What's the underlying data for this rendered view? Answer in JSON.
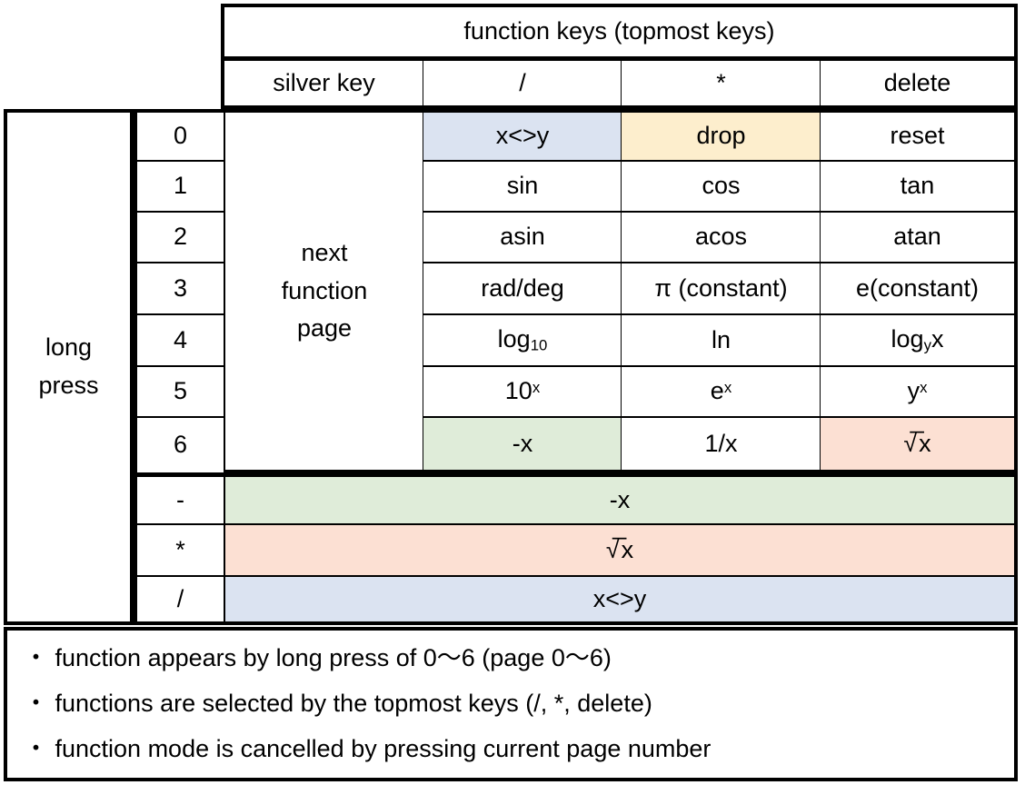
{
  "header": {
    "title": "function keys (topmost keys)",
    "columns": [
      "silver key",
      "/",
      "*",
      "delete"
    ]
  },
  "side": {
    "long_press_label_line1": "long",
    "long_press_label_line2": "press"
  },
  "silver_key": {
    "line1": "next",
    "line2": "function",
    "line3": "page"
  },
  "rows": [
    {
      "key": "0",
      "slash": "x<>y",
      "star": "drop",
      "delete": "reset"
    },
    {
      "key": "1",
      "slash": "sin",
      "star": "cos",
      "delete": "tan"
    },
    {
      "key": "2",
      "slash": "asin",
      "star": "acos",
      "delete": "atan"
    },
    {
      "key": "3",
      "slash": "rad/deg",
      "star": "π (constant)",
      "delete": "e(constant)"
    },
    {
      "key": "4",
      "slash": "log10",
      "star": "ln",
      "delete": "logyx"
    },
    {
      "key": "5",
      "slash": "10x",
      "star": "ex",
      "delete": "yx"
    },
    {
      "key": "6",
      "slash": "-x",
      "star": "1/x",
      "delete": "sqrt x"
    }
  ],
  "span_rows": [
    {
      "key": "-",
      "value": "-x"
    },
    {
      "key": "*",
      "value": "√ x"
    },
    {
      "key": "/",
      "value": "x<>y"
    }
  ],
  "notes": [
    "・ function appears by long press of 0〜6 (page 0〜6)",
    "・ functions are selected by the topmost keys (/, *, delete)",
    "・ function mode is cancelled by pressing current page number"
  ],
  "colors": {
    "swap_blue": "#dbe3f1",
    "drop_cream": "#fdeecd",
    "negate_green": "#dfecd9",
    "sqrt_peach": "#fce0d3",
    "border": "#000000",
    "background": "#ffffff"
  }
}
